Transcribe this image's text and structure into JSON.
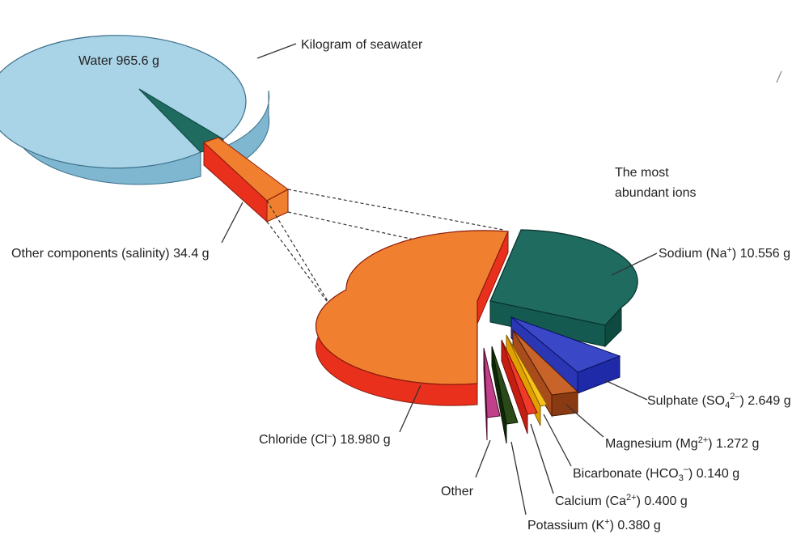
{
  "chart_data": [
    {
      "type": "pie",
      "title": "Kilogram of seawater",
      "slices": [
        {
          "key": "water",
          "name": "Water",
          "value": 965.6,
          "unit": "g",
          "color": "#a9d3e6",
          "side": "#7fb6d0"
        },
        {
          "key": "other_components",
          "name": "Other components (salinity)",
          "value": 34.4,
          "unit": "g",
          "color": "#f0802f",
          "side": "#e8301c"
        }
      ]
    },
    {
      "type": "pie",
      "title": "The most abundant ions",
      "slices": [
        {
          "key": "chloride",
          "name": "Chloride (Cl⁻)",
          "value": 18.98,
          "unit": "g",
          "color": "#f0802f",
          "side": "#e8301c"
        },
        {
          "key": "sodium",
          "name": "Sodium (Na⁺)",
          "value": 10.556,
          "unit": "g",
          "color": "#1f6b60",
          "side": "#0f4a41"
        },
        {
          "key": "sulphate",
          "name": "Sulphate (SO₄²⁻)",
          "value": 2.649,
          "unit": "g",
          "color": "#3a48c8",
          "side": "#1f2aa8"
        },
        {
          "key": "magnesium",
          "name": "Magnesium (Mg²⁺)",
          "value": 1.272,
          "unit": "g",
          "color": "#c8642a",
          "side": "#8a3a12"
        },
        {
          "key": "bicarbonate",
          "name": "Bicarbonate (HCO₃⁻)",
          "value": 0.14,
          "unit": "g",
          "color": "#f7c21a",
          "side": "#e0a000"
        },
        {
          "key": "calcium",
          "name": "Calcium (Ca²⁺)",
          "value": 0.4,
          "unit": "g",
          "color": "#f03a2a",
          "side": "#c41e12"
        },
        {
          "key": "potassium",
          "name": "Potassium (K⁺)",
          "value": 0.38,
          "unit": "g",
          "color": "#2a4a1a",
          "side": "#0f2608"
        },
        {
          "key": "other",
          "name": "Other",
          "value": null,
          "unit": "",
          "color": "#c0408a",
          "side": "#7a1a50"
        }
      ]
    }
  ],
  "labels": {
    "kilogram_title": "Kilogram of seawater",
    "water": "Water 965.6 g",
    "other_components": "Other components (salinity) 34.4 g",
    "ions_title_line1": "The most",
    "ions_title_line2": "abundant ions",
    "sodium_pre": "Sodium (Na",
    "sodium_sup": "+",
    "sodium_post": ") 10.556 g",
    "sulphate_pre": "Sulphate (SO",
    "sulphate_sub": "4",
    "sulphate_sup": "2–",
    "sulphate_post": ") 2.649 g",
    "magnesium_pre": "Magnesium (Mg",
    "magnesium_sup": "2+",
    "magnesium_post": ") 1.272 g",
    "bicarbonate_pre": "Bicarbonate (HCO",
    "bicarbonate_sub": "3",
    "bicarbonate_sup": "–",
    "bicarbonate_post": ") 0.140 g",
    "calcium_pre": "Calcium (Ca",
    "calcium_sup": "2+",
    "calcium_post": ") 0.400 g",
    "potassium_pre": "Potassium (K",
    "potassium_sup": "+",
    "potassium_post": ") 0.380 g",
    "chloride_pre": "Chloride (Cl",
    "chloride_sup": "–",
    "chloride_post": ") 18.980 g",
    "other": "Other"
  }
}
